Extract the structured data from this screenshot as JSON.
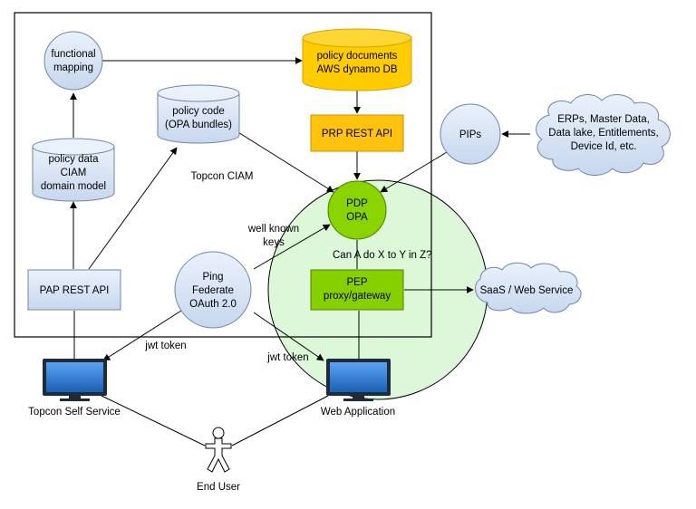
{
  "labels": {
    "functional_mapping": [
      "functional",
      "mapping"
    ],
    "policy_documents": [
      "policy documents",
      "AWS dynamo DB"
    ],
    "policy_code": [
      "policy code",
      "(OPA bundles)"
    ],
    "prp": "PRP REST API",
    "pips": "PIPs",
    "pip_sources": [
      "ERPs, Master Data,",
      "Data lake, Entitlements,",
      "Device Id, etc."
    ],
    "policy_data": [
      "policy data",
      "CIAM",
      "domain model"
    ],
    "topcon_ciam": "Topcon CIAM",
    "pdp": [
      "PDP",
      "OPA"
    ],
    "well_known_keys": [
      "well known",
      "keys"
    ],
    "question": "Can A do X to Y in Z?",
    "pap": "PAP REST API",
    "ping": [
      "Ping",
      "Federate",
      "OAuth 2.0"
    ],
    "pep": [
      "PEP",
      "proxy/gateway"
    ],
    "saas": "SaaS / Web Service",
    "jwt_left": "jwt token",
    "jwt_right": "jwt token",
    "topcon_self_service": "Topcon Self Service",
    "web_application": "Web Application",
    "end_user": "End User"
  },
  "colors": {
    "blue_fill": "#dae6f6",
    "blue_stroke": "#6f86a8",
    "db_yellow": "#ffcc00",
    "db_yellow_stroke": "#d6a200",
    "prp_fill": "#ffc20e",
    "pdp_fill": "#88d300",
    "pep_fill": "#86d000",
    "zone_green": "#dcf8d8",
    "monitor_blue": "#2f78d4"
  }
}
